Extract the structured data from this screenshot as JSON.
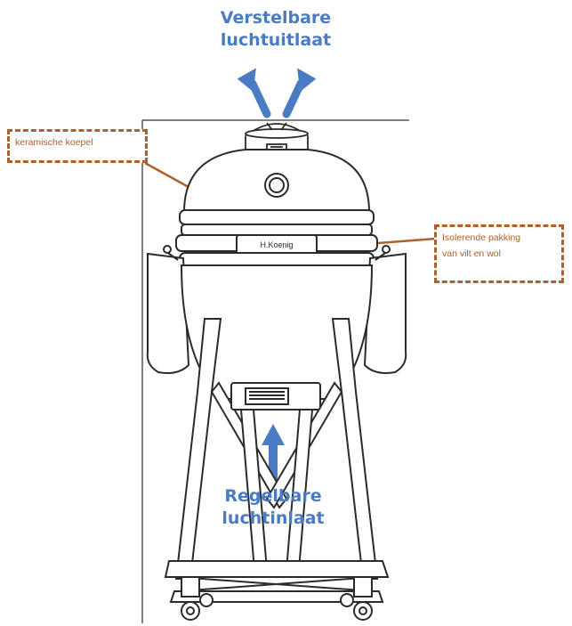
{
  "labels": {
    "outlet": [
      "Verstelbare",
      "luchtuitlaat"
    ],
    "inlet": [
      "Regelbare",
      "luchtinlaat"
    ],
    "dome": "keramische koepel",
    "gasket": [
      "Isolerende pakking",
      "van vilt en wol"
    ]
  },
  "brand": "H.Koenig",
  "colors": {
    "accent_blue": "#4a7cc4",
    "box_orange": "#b0602a",
    "line": "#2b2b2b"
  }
}
